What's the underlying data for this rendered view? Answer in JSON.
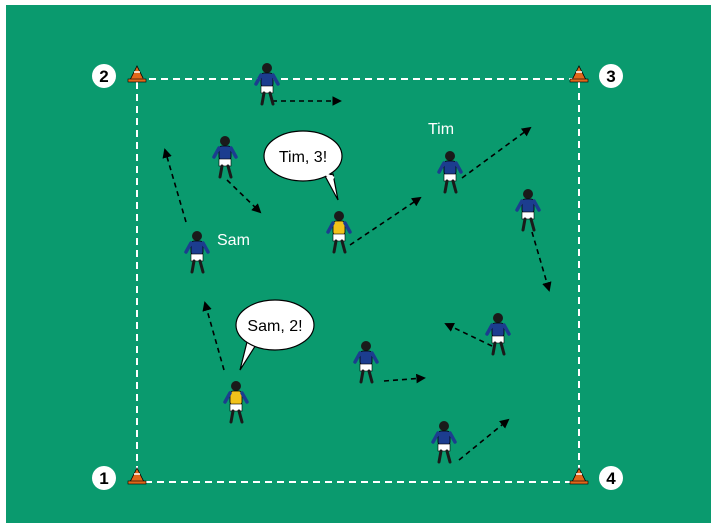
{
  "cones": [
    {
      "number": "1"
    },
    {
      "number": "2"
    },
    {
      "number": "3"
    },
    {
      "number": "4"
    }
  ],
  "player_labels": {
    "sam": "Sam",
    "tim": "Tim"
  },
  "callouts": {
    "left": "Sam, 2!",
    "top": "Tim, 3!"
  },
  "colors": {
    "pitch": "#0a9a6e",
    "lines": "#ffffff",
    "arrows": "#000000",
    "shirt_blue": "#1c3d8f",
    "bib_yellow": "#f2c21a",
    "cone": "#e0671a"
  }
}
